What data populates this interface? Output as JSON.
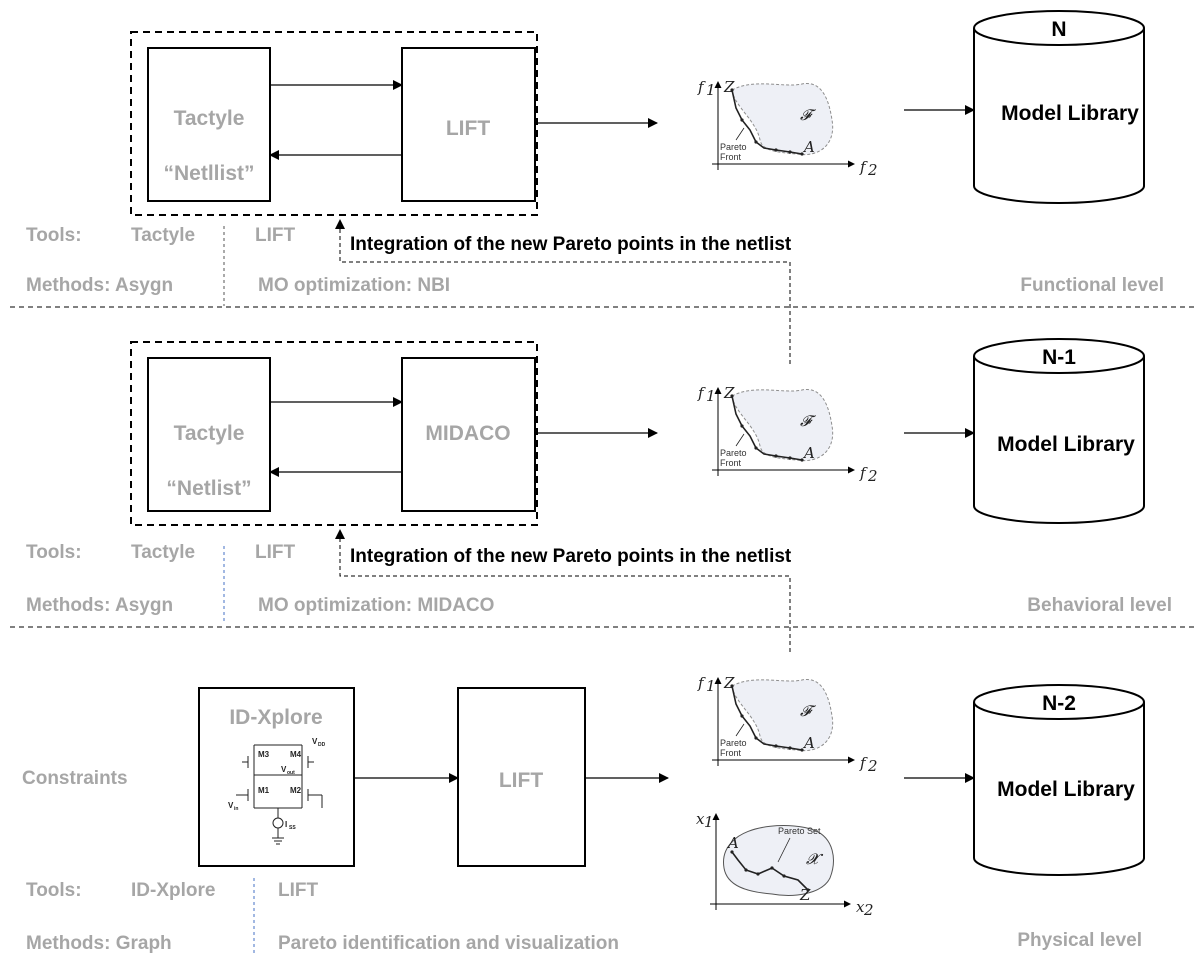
{
  "functional": {
    "left_box": {
      "line1": "Tactyle",
      "line2": "“Netllist”"
    },
    "right_box": "LIFT",
    "library": {
      "level": "N",
      "name": "Model Library"
    },
    "integration": "Integration of the new Pareto points in the netlist",
    "tools_label": "Tools:",
    "tools": [
      "Tactyle",
      "LIFT"
    ],
    "methods_label": "Methods: Asygn",
    "methods_right": "MO optimization: NBI",
    "level": "Functional level"
  },
  "behavioral": {
    "left_box": {
      "line1": "Tactyle",
      "line2": "“Netlist”"
    },
    "right_box": "MIDACO",
    "library": {
      "level": "N-1",
      "name": "Model Library"
    },
    "integration": "Integration of the new Pareto points in the netlist",
    "tools_label": "Tools:",
    "tools": [
      "Tactyle",
      "LIFT"
    ],
    "methods_label": "Methods: Asygn",
    "methods_right": "MO optimization: MIDACO",
    "level": "Behavioral level"
  },
  "physical": {
    "constraints": "Constraints",
    "idx_title": "ID-Xplore",
    "right_box": "LIFT",
    "library": {
      "level": "N-2",
      "name": "Model Library"
    },
    "tools_label": "Tools:",
    "tools": [
      "ID-Xplore",
      "LIFT"
    ],
    "methods_label": "Methods: Graph",
    "methods_right": "Pareto identification and visualization",
    "level": "Physical level"
  },
  "pareto_plot": {
    "f1": "f",
    "f1_sub": "1",
    "f2": "f",
    "f2_sub": "2",
    "region": "𝓕",
    "z": "Z",
    "a": "A",
    "front_line1": "Pareto",
    "front_line2": "Front"
  },
  "set_plot": {
    "x1": "x",
    "x1_sub": "1",
    "x2": "x",
    "x2_sub": "2",
    "region": "𝓧",
    "label": "Pareto Set",
    "a": "A",
    "z": "Z"
  },
  "circuit": {
    "vdd": "V",
    "vdd_sub": "DD",
    "vout": "V",
    "vout_sub": "out",
    "vin": "V",
    "vin_sub": "in",
    "iss": "I",
    "iss_sub": "SS",
    "m1": "M1",
    "m2": "M2",
    "m3": "M3",
    "m4": "M4"
  }
}
